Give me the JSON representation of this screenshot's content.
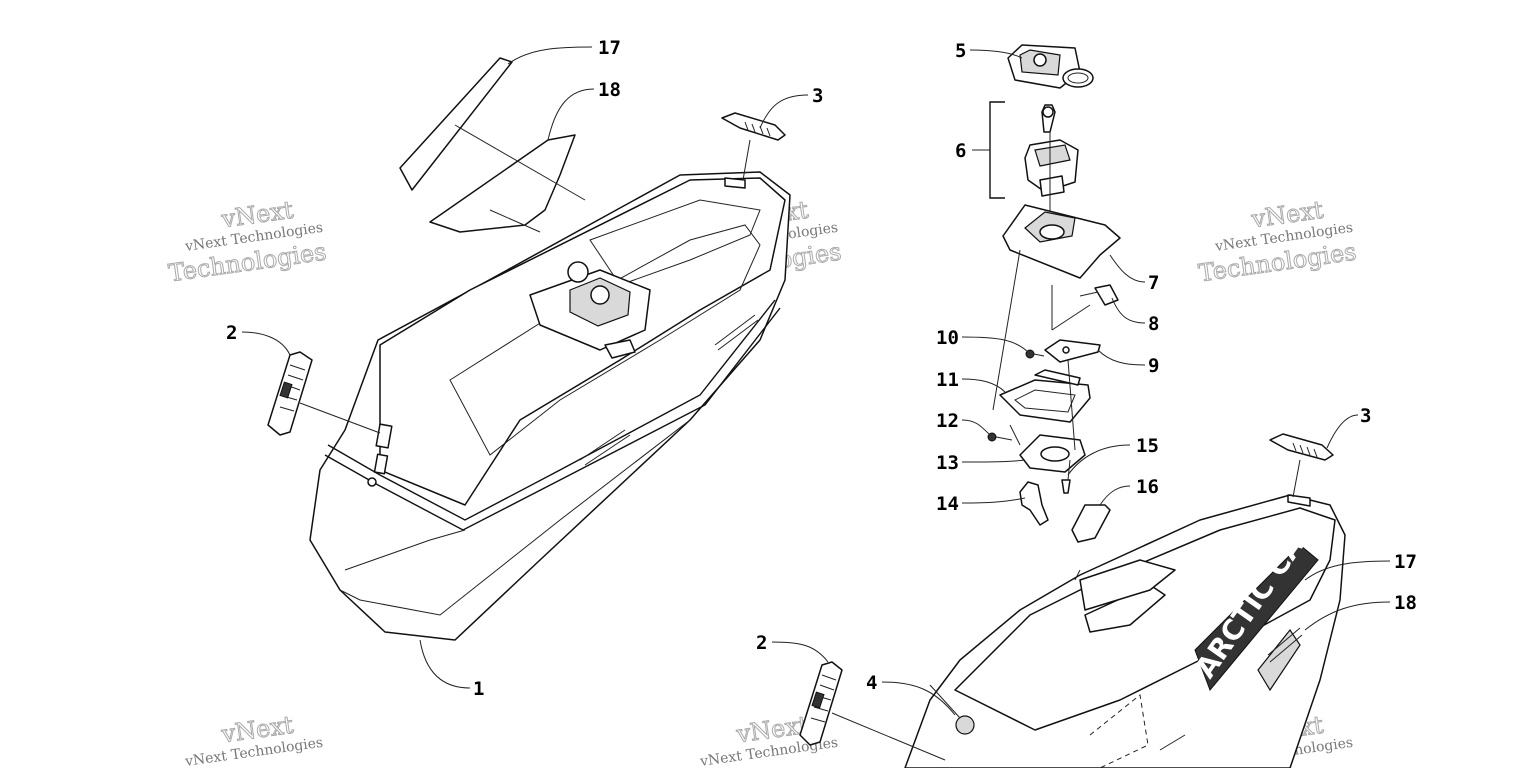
{
  "callouts": {
    "c1": "1",
    "c2a": "2",
    "c2b": "2",
    "c3a": "3",
    "c3b": "3",
    "c4": "4",
    "c5": "5",
    "c6": "6",
    "c7": "7",
    "c8": "8",
    "c9": "9",
    "c10": "10",
    "c11": "11",
    "c12": "12",
    "c13": "13",
    "c14": "14",
    "c15": "15",
    "c16": "16",
    "c17a": "17",
    "c17b": "17",
    "c18a": "18",
    "c18b": "18"
  },
  "watermark": {
    "line1": "vNext Technologies",
    "line2": "Technologies",
    "line3": "vNext"
  },
  "decal_logo": "ARCTIC CAT"
}
